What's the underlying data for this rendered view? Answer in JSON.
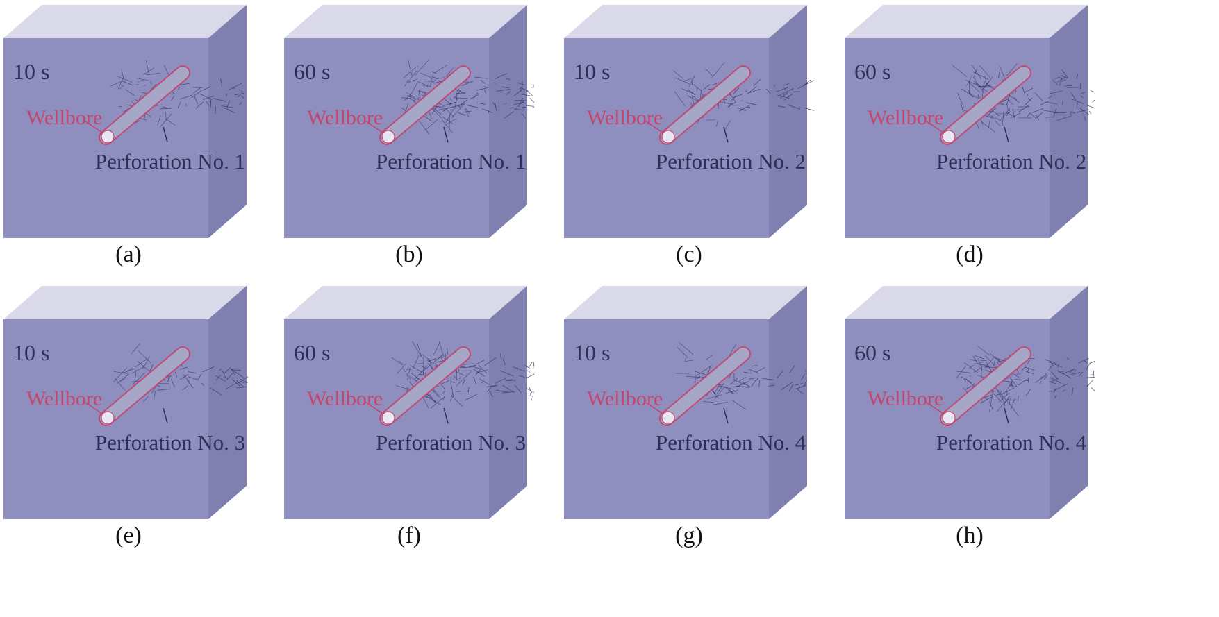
{
  "panels": [
    {
      "time": "10 s",
      "wellbore": "Wellbore",
      "perforation": "Perforation No. 1",
      "caption": "(a)"
    },
    {
      "time": "60 s",
      "wellbore": "Wellbore",
      "perforation": "Perforation No. 1",
      "caption": "(b)"
    },
    {
      "time": "10 s",
      "wellbore": "Wellbore",
      "perforation": "Perforation No. 2",
      "caption": "(c)"
    },
    {
      "time": "60 s",
      "wellbore": "Wellbore",
      "perforation": "Perforation No. 2",
      "caption": "(d)"
    },
    {
      "time": "10 s",
      "wellbore": "Wellbore",
      "perforation": "Perforation No. 3",
      "caption": "(e)"
    },
    {
      "time": "60 s",
      "wellbore": "Wellbore",
      "perforation": "Perforation No. 3",
      "caption": "(f)"
    },
    {
      "time": "10 s",
      "wellbore": "Wellbore",
      "perforation": "Perforation No. 4",
      "caption": "(g)"
    },
    {
      "time": "60 s",
      "wellbore": "Wellbore",
      "perforation": "Perforation No. 4",
      "caption": "(h)"
    }
  ],
  "colors": {
    "cube_front": "#8f8fbf",
    "cube_top": "#d9d9ea",
    "cube_side": "#7f80b0",
    "wellbore_label": "#c4456d",
    "wellbore_outline": "#c4456d",
    "fracture_mesh": "#2f3161",
    "text": "#2d2f57"
  }
}
